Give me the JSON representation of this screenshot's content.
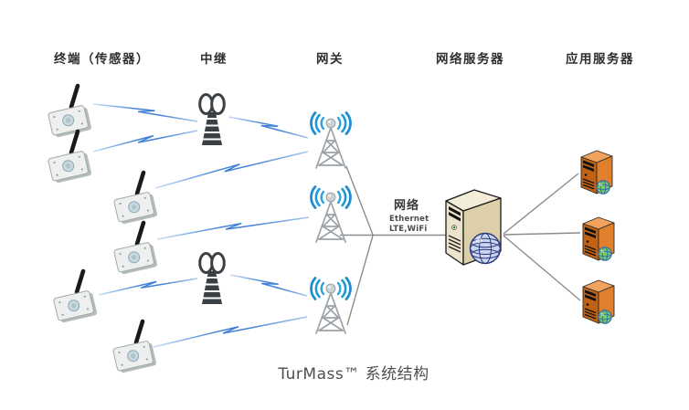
{
  "page": {
    "background": "#ffffff"
  },
  "diagram": {
    "title": "TurMass™ 系统结构",
    "column_headers": [
      "终端（传感器）",
      "中继",
      "网关",
      "网络服务器",
      "应用服务器"
    ],
    "network_annotation": {
      "title": "网络",
      "line1": "Ethernet",
      "line2": "LTE,WiFi"
    },
    "structure": {
      "sensor_count": 6,
      "relay_count": 2,
      "gateway_count": 3,
      "network_server_count": 1,
      "app_server_count": 3,
      "links": [
        "sensor-1 -> relay-1",
        "sensor-2 -> relay-1",
        "relay-1 -> gateway-1",
        "sensor-3 -> gateway-1",
        "sensor-4 -> gateway-2",
        "sensor-5 -> relay-2",
        "relay-2 -> gateway-3",
        "sensor-6 -> gateway-3",
        "gateway-1 -> network-server",
        "gateway-2 -> network-server",
        "gateway-3 -> network-server",
        "network-server -> app-server-1",
        "network-server -> app-server-2",
        "network-server -> app-server-3"
      ]
    },
    "colors": {
      "wireless_link_blue": "#3f7fd6",
      "wired_link_gray": "#8c8c8c",
      "relay_tower_dark": "#3a4043",
      "gateway_wave_blue": "#1b8fd0",
      "network_server_beige": "#e9e0c4",
      "app_server_orange": "#e08130"
    },
    "icons": {
      "sensor": "sensor-module-icon",
      "relay": "relay-tower-icon",
      "gateway": "gateway-antenna-icon",
      "network_server": "network-server-globe-icon",
      "app_server": "app-server-globe-icon"
    }
  }
}
